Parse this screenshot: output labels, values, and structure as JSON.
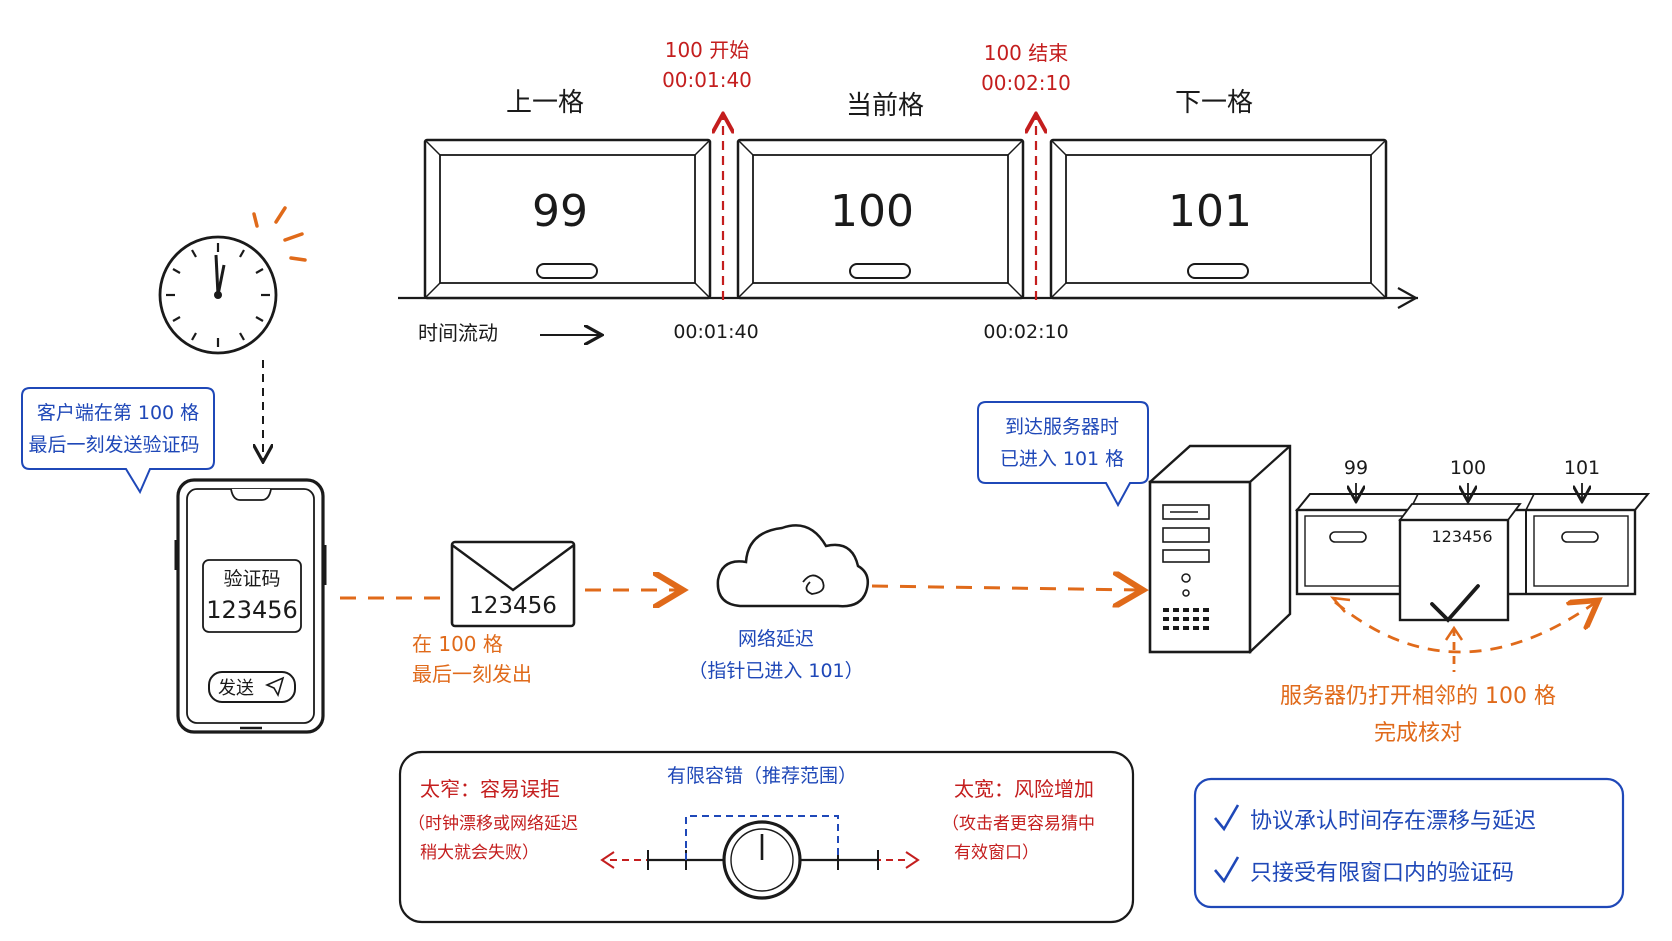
{
  "timeline": {
    "slots": [
      {
        "header": "上一格",
        "number": "99"
      },
      {
        "header": "当前格",
        "number": "100"
      },
      {
        "header": "下一格",
        "number": "101"
      }
    ],
    "start_marker": {
      "line1": "100 开始",
      "line2": "00:01:40"
    },
    "end_marker": {
      "line1": "100 结束",
      "line2": "00:02:10"
    },
    "tick_labels": [
      "00:01:40",
      "00:02:10"
    ],
    "flow_label": "时间流动"
  },
  "client": {
    "bubble_line1": "客户端在第 100 格",
    "bubble_line2": "最后一刻发送验证码",
    "phone_title": "验证码",
    "phone_code": "123456",
    "send_button": "发送"
  },
  "envelope": {
    "code": "123456",
    "caption_line1": "在 100 格",
    "caption_line2": "最后一刻发出"
  },
  "network": {
    "caption_line1": "网络延迟",
    "caption_line2": "（指针已进入 101）"
  },
  "server": {
    "bubble_line1": "到达服务器时",
    "bubble_line2": "已进入 101 格"
  },
  "drawer": {
    "labels": [
      "99",
      "100",
      "101"
    ],
    "card_code": "123456",
    "caption_line1": "服务器仍打开相邻的 100 格",
    "caption_line2": "完成核对"
  },
  "tolerance": {
    "title": "有限容错（推荐范围）",
    "left_title": "太窄：容易误拒",
    "left_line1": "（时钟漂移或网络延迟",
    "left_line2": "稍大就会失败）",
    "right_title": "太宽：风险增加",
    "right_line1": "（攻击者更容易猜中",
    "right_line2": "有效窗口）"
  },
  "summary": {
    "items": [
      "协议承认时间存在漂移与延迟",
      "只接受有限窗口内的验证码"
    ]
  },
  "colors": {
    "red": "#c41e1e",
    "orange": "#e06a1a",
    "blue": "#1f48b8",
    "ink": "#1a1a1a"
  }
}
